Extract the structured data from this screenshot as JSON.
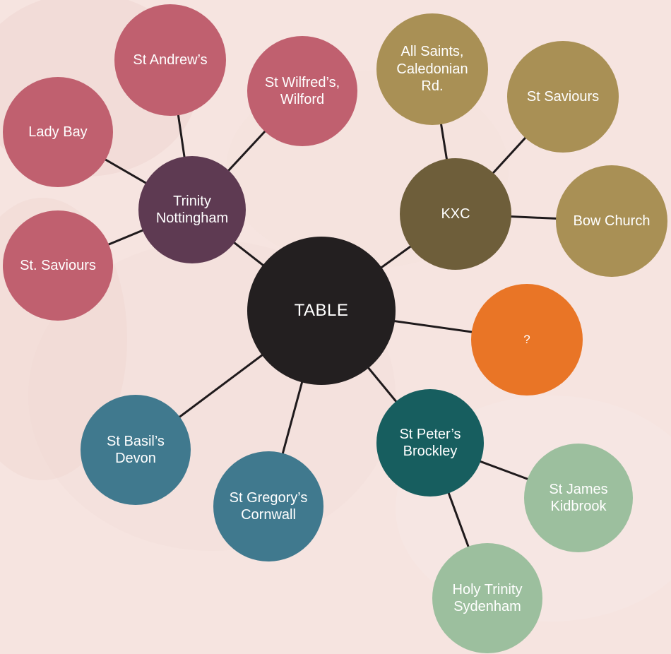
{
  "diagram": {
    "colors": {
      "background": "#f6e4e0",
      "line": "#1f1a1c",
      "center": "#231f20",
      "nottingham_hub": "#5e3a52",
      "nottingham_leaf": "#c0606f",
      "kxc_hub": "#6e5e3a",
      "kxc_leaf": "#a99055",
      "unknown": "#e97526",
      "cornwall_devon": "#40798e",
      "brockley_hub": "#175e5f",
      "brockley_leaf": "#9cbf9e"
    },
    "nodes": [
      {
        "id": "table",
        "label": "TABLE",
        "color": "#231f20"
      },
      {
        "id": "trinity-nottingham",
        "label": "Trinity\nNottingham",
        "color": "#5e3a52"
      },
      {
        "id": "st-andrews",
        "label": "St Andrew’s",
        "color": "#c0606f"
      },
      {
        "id": "st-wilfreds",
        "label": "St Wilfred’s,\nWilford",
        "color": "#c0606f"
      },
      {
        "id": "lady-bay",
        "label": "Lady Bay",
        "color": "#c0606f"
      },
      {
        "id": "st-saviours-nottingham",
        "label": "St. Saviours",
        "color": "#c0606f"
      },
      {
        "id": "kxc",
        "label": "KXC",
        "color": "#6e5e3a"
      },
      {
        "id": "all-saints",
        "label": "All Saints,\nCaledonian\nRd.",
        "color": "#a99055"
      },
      {
        "id": "st-saviours-kxc",
        "label": "St Saviours",
        "color": "#a99055"
      },
      {
        "id": "bow-church",
        "label": "Bow Church",
        "color": "#a99055"
      },
      {
        "id": "unknown",
        "label": "?",
        "color": "#e97526"
      },
      {
        "id": "st-basils",
        "label": "St Basil’s\nDevon",
        "color": "#40798e"
      },
      {
        "id": "st-gregorys",
        "label": "St Gregory’s\nCornwall",
        "color": "#40798e"
      },
      {
        "id": "st-peters",
        "label": "St Peter’s\nBrockley",
        "color": "#175e5f"
      },
      {
        "id": "st-james",
        "label": "St James\nKidbrook",
        "color": "#9cbf9e"
      },
      {
        "id": "holy-trinity",
        "label": "Holy Trinity\nSydenham",
        "color": "#9cbf9e"
      }
    ],
    "edges": [
      [
        "table",
        "trinity-nottingham"
      ],
      [
        "trinity-nottingham",
        "st-andrews"
      ],
      [
        "trinity-nottingham",
        "st-wilfreds"
      ],
      [
        "trinity-nottingham",
        "lady-bay"
      ],
      [
        "trinity-nottingham",
        "st-saviours-nottingham"
      ],
      [
        "table",
        "kxc"
      ],
      [
        "kxc",
        "all-saints"
      ],
      [
        "kxc",
        "st-saviours-kxc"
      ],
      [
        "kxc",
        "bow-church"
      ],
      [
        "table",
        "unknown"
      ],
      [
        "table",
        "st-basils"
      ],
      [
        "table",
        "st-gregorys"
      ],
      [
        "table",
        "st-peters"
      ],
      [
        "st-peters",
        "st-james"
      ],
      [
        "st-peters",
        "holy-trinity"
      ]
    ]
  }
}
